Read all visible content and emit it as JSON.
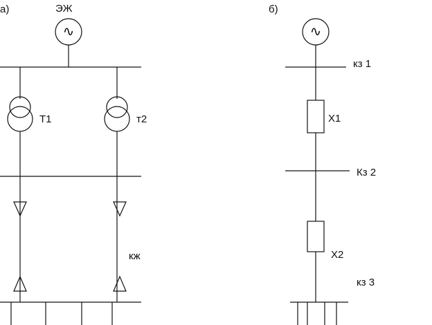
{
  "diagram_a": {
    "panel_label": "а)",
    "source_label": "ЭЖ",
    "source_symbol": "∿",
    "transformer1_label": "Т1",
    "transformer2_label": "т2",
    "cable_label": "кж"
  },
  "diagram_b": {
    "panel_label": "б)",
    "source_symbol": "∿",
    "fault1_label": "кз 1",
    "reactance1_label": "Х1",
    "fault2_label": "Кз 2",
    "reactance2_label": "Х2",
    "fault3_label": "кз 3"
  }
}
